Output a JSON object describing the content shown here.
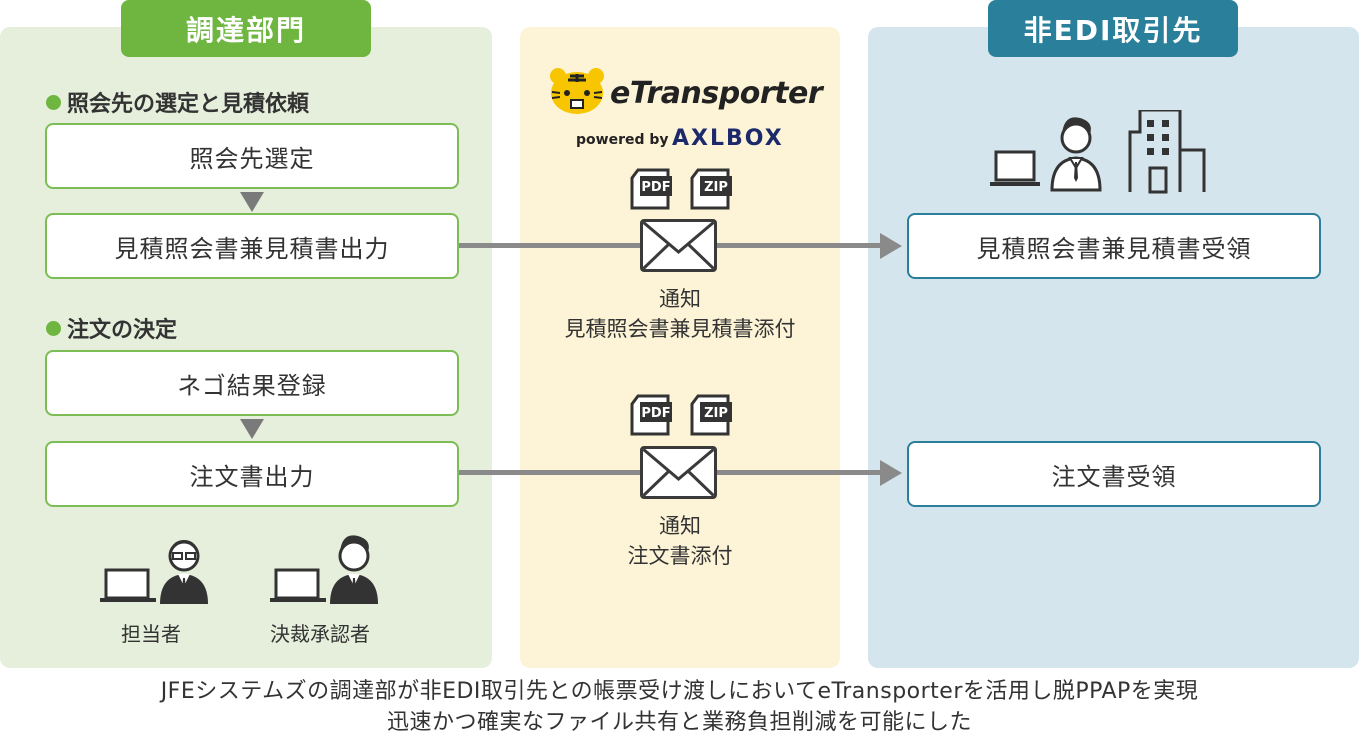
{
  "left_panel": {
    "title": "調達部門",
    "section1_label": "照会先の選定と見積依頼",
    "step1": "照会先選定",
    "step2": "見積照会書兼見積書出力",
    "section2_label": "注文の決定",
    "step3": "ネゴ結果登録",
    "step4": "注文書出力",
    "person1": "担当者",
    "person2": "決裁承認者"
  },
  "middle_panel": {
    "brand_name": "eTransporter",
    "brand_powered": "powered by",
    "brand_axlbox": "AXLBOX",
    "file_pdf": "PDF",
    "file_zip": "ZIP",
    "caption1_line1": "通知",
    "caption1_line2": "見積照会書兼見積書添付",
    "caption2_line1": "通知",
    "caption2_line2": "注文書添付"
  },
  "right_panel": {
    "title": "非EDI取引先",
    "recv1": "見積照会書兼見積書受領",
    "recv2": "注文書受領"
  },
  "footer": {
    "line1": "JFEシステムズの調達部が非EDI取引先との帳票受け渡しにおいてeTransporterを活用し脱PPAPを実現",
    "line2": "迅速かつ確実なファイル共有と業務負担削減を可能にした"
  },
  "colors": {
    "green": "#6eb640",
    "teal": "#2a7f9a",
    "left_bg": "#e6efdc",
    "mid_bg": "#fdf4d8",
    "right_bg": "#d5e5ee"
  }
}
